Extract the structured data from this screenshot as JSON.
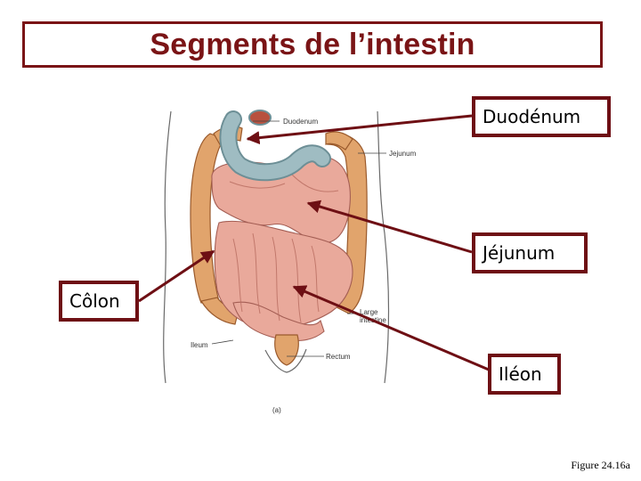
{
  "title": "Segments de l’intestin",
  "callouts": {
    "duodenum": "Duodénum",
    "jejunum": "Jéjunum",
    "colon": "Côlon",
    "ileum": "Iléon"
  },
  "figure_labels": {
    "duodenum": "Duodenum",
    "jejunum": "Jejunum",
    "large_intestine_1": "Large",
    "large_intestine_2": "intestine",
    "ileum": "Ileum",
    "rectum": "Rectum",
    "panel": "(a)"
  },
  "caption": "Figure 24.16a",
  "colors": {
    "accent": "#7a1416",
    "arrow": "#6e0f14",
    "duodenum_fill": "#9fbcc2",
    "small_intestine_fill": "#e9a99b",
    "colon_fill": "#e1a46c"
  }
}
